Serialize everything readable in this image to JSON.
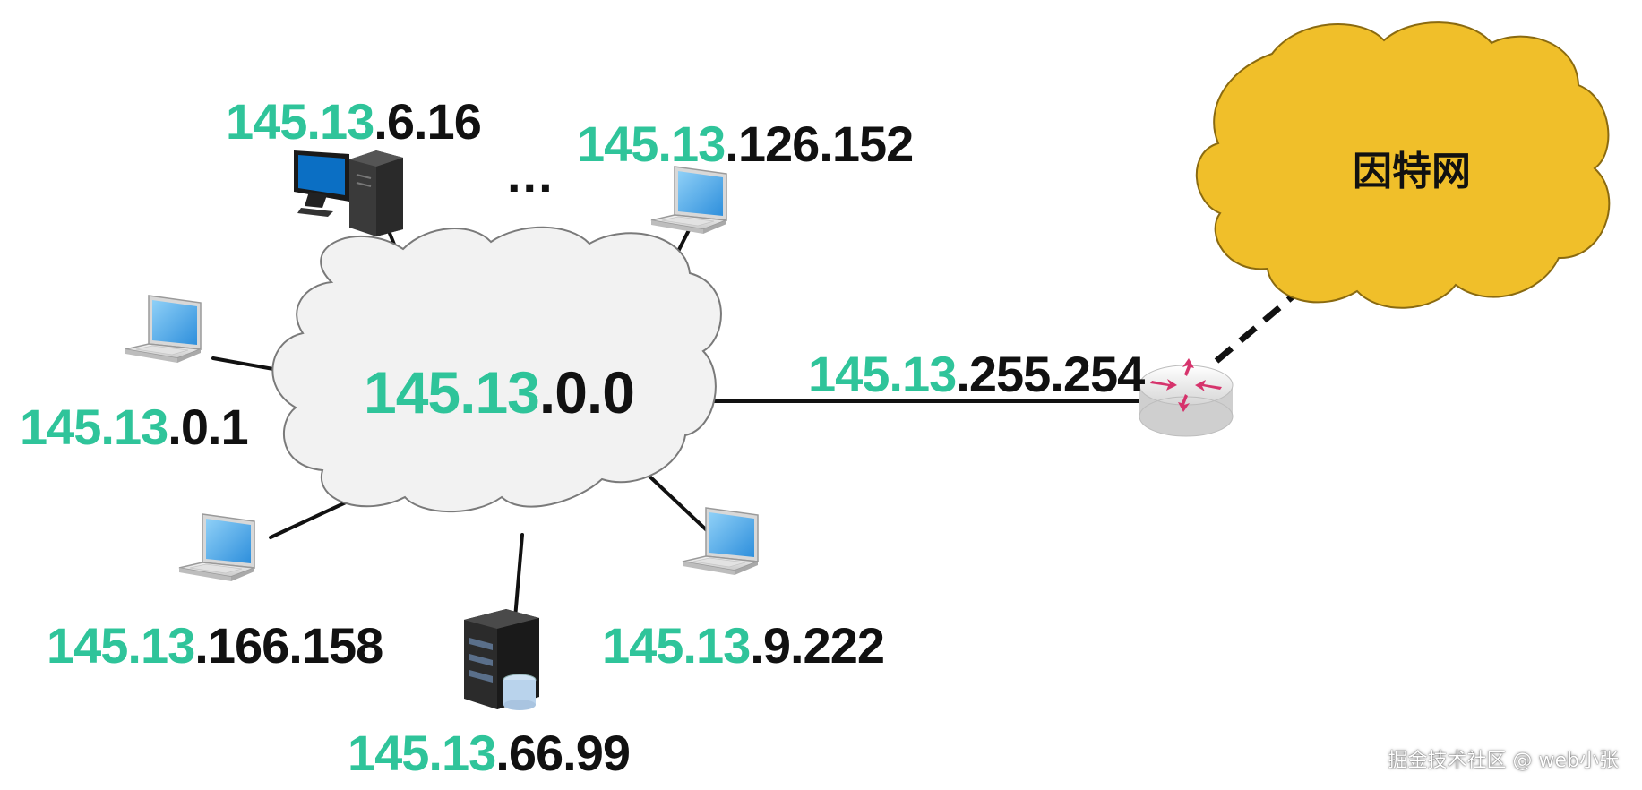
{
  "network": {
    "subnet": {
      "net": "145.13",
      "host": ".0.0"
    },
    "gateway": {
      "net": "145.13",
      "host": ".255.254"
    },
    "internet_label": "因特网",
    "ellipsis": "...",
    "hosts": [
      {
        "key": "desktop",
        "device": "desktop-computer-icon",
        "net": "145.13",
        "host": ".6.16"
      },
      {
        "key": "laptop-top-right",
        "device": "laptop-icon",
        "net": "145.13",
        "host": ".126.152"
      },
      {
        "key": "laptop-left",
        "device": "laptop-icon",
        "net": "145.13",
        "host": ".0.1"
      },
      {
        "key": "laptop-bottom-left",
        "device": "laptop-icon",
        "net": "145.13",
        "host": ".166.158"
      },
      {
        "key": "server",
        "device": "server-icon",
        "net": "145.13",
        "host": ".66.99"
      },
      {
        "key": "laptop-bottom-right",
        "device": "laptop-icon",
        "net": "145.13",
        "host": ".9.222"
      }
    ]
  },
  "colors": {
    "network_part": "#2fc49a",
    "host_part": "#111111",
    "lan_cloud_fill": "#f2f2f2",
    "internet_cloud_fill": "#f0bf2a",
    "laptop_screen": "#4aa8e8"
  },
  "watermark": "掘金技术社区 @ web小张"
}
